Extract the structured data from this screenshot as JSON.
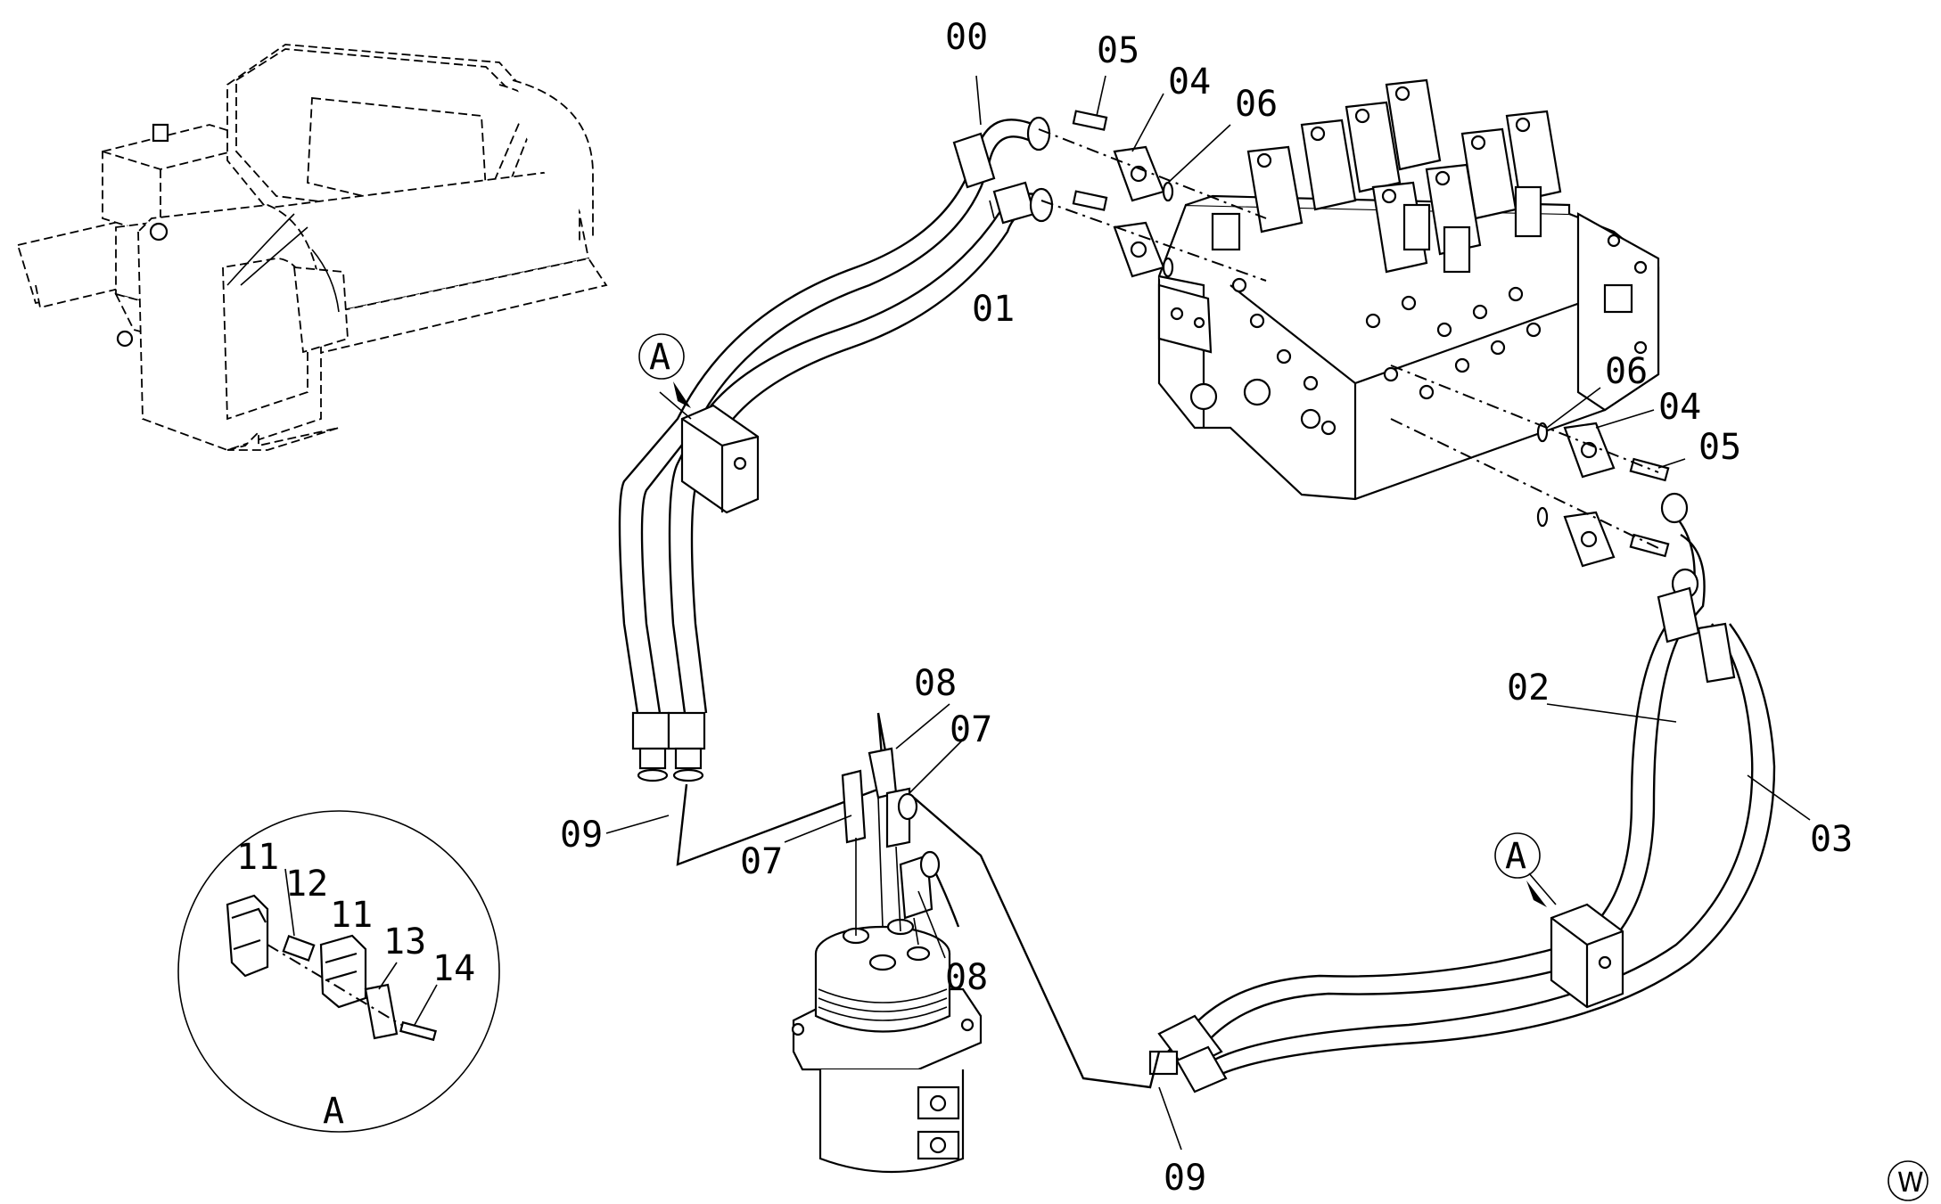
{
  "callouts": {
    "c00": "00",
    "c01": "01",
    "c02": "02",
    "c03": "03",
    "c04_top": "04",
    "c04_right": "04",
    "c05_top": "05",
    "c05_right": "05",
    "c06_top": "06",
    "c06_right": "06",
    "c07_upper": "07",
    "c07_lower": "07",
    "c08_upper": "08",
    "c08_lower": "08",
    "c09_left": "09",
    "c09_bottom": "09",
    "c11_left": "11",
    "c11_right": "11",
    "c12": "12",
    "c13": "13",
    "c14": "14"
  },
  "view_markers": {
    "a_upper": "A",
    "a_lower": "A",
    "detail_label": "A"
  },
  "corner_mark": "W"
}
